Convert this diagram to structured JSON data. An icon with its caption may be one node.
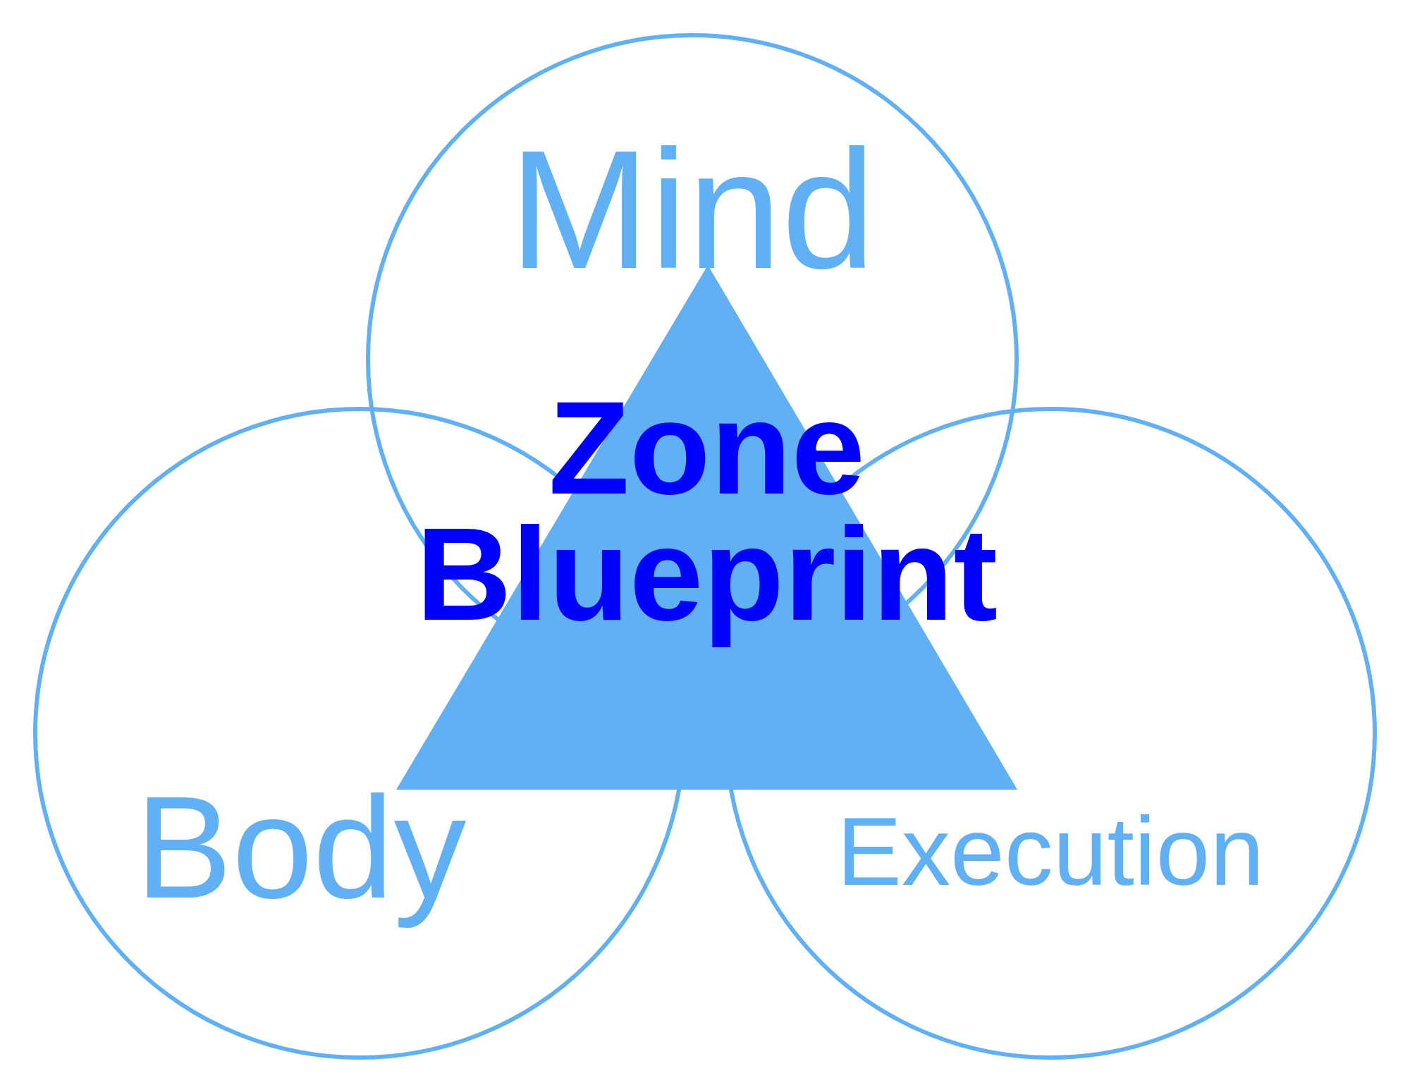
{
  "diagram": {
    "nodes": [
      {
        "text": [
          "Mind"
        ]
      },
      {
        "text": [
          "Body"
        ]
      },
      {
        "text": [
          "Execution"
        ]
      },
      {
        "text": [
          "Zone Blueprint"
        ]
      }
    ]
  }
}
